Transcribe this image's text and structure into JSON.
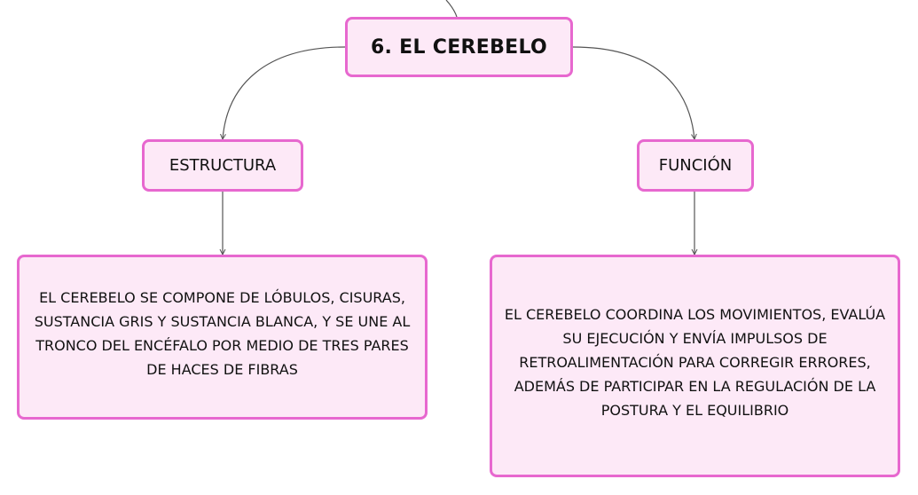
{
  "diagram": {
    "title": "6. EL CEREBELO",
    "branches": [
      {
        "label": "ESTRUCTURA",
        "description": "EL CEREBELO SE COMPONE DE LÓBULOS, CISURAS, SUSTANCIA GRIS Y SUSTANCIA BLANCA, Y SE UNE AL TRONCO DEL ENCÉFALO POR MEDIO DE TRES PARES DE HACES DE FIBRAS"
      },
      {
        "label": "FUNCIÓN",
        "description": "EL CEREBELO COORDINA LOS MOVIMIENTOS, EVALÚA SU EJECUCIÓN Y ENVÍA IMPULSOS DE RETROALIMENTACIÓN PARA CORREGIR ERRORES, ADEMÁS DE PARTICIPAR EN LA REGULACIÓN DE LA POSTURA Y EL EQUILIBRIO"
      }
    ],
    "colors": {
      "node_fill": "#fde9f7",
      "node_border": "#e768cf",
      "connector": "#555555"
    }
  }
}
